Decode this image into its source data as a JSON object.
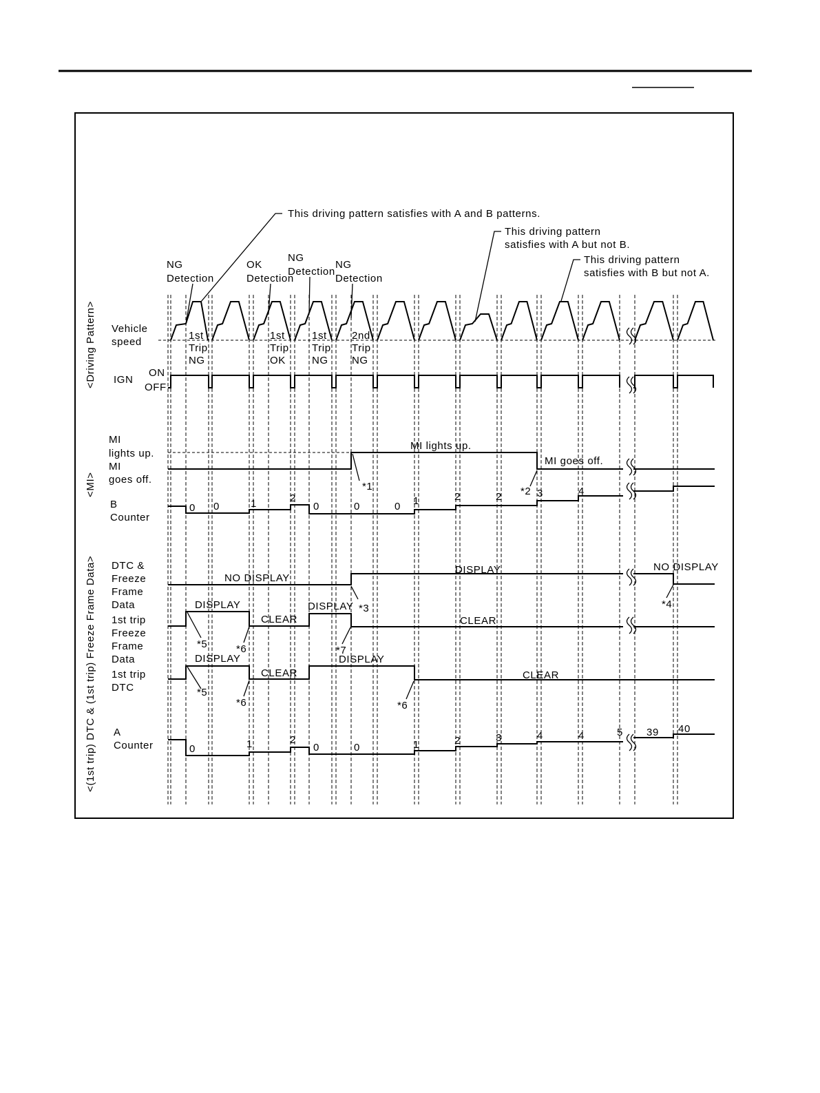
{
  "colors": {
    "ink": "#000000",
    "paper": "#ffffff"
  },
  "callouts": {
    "ab": "This driving pattern satisfies with A and B patterns.",
    "a_not_b_1": "This driving pattern",
    "a_not_b_2": "satisfies with A but not B.",
    "b_not_a_1": "This driving pattern",
    "b_not_a_2": "satisfies with B but not A."
  },
  "detections": [
    {
      "l1": "NG",
      "l2": "Detection"
    },
    {
      "l1": "OK",
      "l2": "Detection"
    },
    {
      "l1": "NG",
      "l2": "Detection"
    },
    {
      "l1": "NG",
      "l2": "Detection"
    }
  ],
  "trips": [
    {
      "l1": "1st",
      "l2": "Trip",
      "l3": "NG"
    },
    {
      "l1": "1st",
      "l2": "Trip",
      "l3": "OK"
    },
    {
      "l1": "1st",
      "l2": "Trip",
      "l3": "NG"
    },
    {
      "l1": "2nd",
      "l2": "Trip",
      "l3": "NG"
    }
  ],
  "section_labels": {
    "driving": "<Driving Pattern>",
    "mi": "<MI>",
    "dtc": "<(1st trip) DTC & (1st trip) Freeze Frame Data>"
  },
  "row_labels": {
    "vehicle": [
      "Vehicle",
      "speed"
    ],
    "ign": "IGN",
    "on": "ON",
    "off": "OFF",
    "mi": [
      "MI",
      "lights up.",
      "MI",
      "goes off."
    ],
    "bcounter": [
      "B",
      "Counter"
    ],
    "dtc_ffd": [
      "DTC &",
      "Freeze",
      "Frame",
      "Data"
    ],
    "first_ffd": [
      "1st trip",
      "Freeze",
      "Frame",
      "Data"
    ],
    "first_dtc": [
      "1st trip",
      "DTC"
    ],
    "acounter": [
      "A",
      "Counter"
    ]
  },
  "mi_states": {
    "lights": "MI lights up.",
    "off": "MI goes off."
  },
  "b_counter_values": [
    "0",
    "0",
    "1",
    "2",
    "0",
    "0",
    "0",
    "1",
    "2",
    "2",
    "3",
    "4"
  ],
  "a_counter_values": [
    "0",
    "1",
    "2",
    "0",
    "0",
    "1",
    "2",
    "3",
    "4",
    "4",
    "5",
    "39",
    "40"
  ],
  "status": {
    "no_display": "NO DISPLAY",
    "display": "DISPLAY",
    "clear": "CLEAR"
  },
  "notes": [
    "*1",
    "*2",
    "*3",
    "*4",
    "*5",
    "*6",
    "*7"
  ]
}
